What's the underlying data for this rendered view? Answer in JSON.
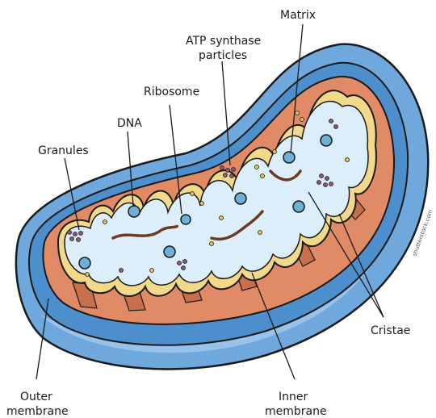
{
  "labels": {
    "matrix": "Matrix",
    "atp_line1": "ATP synthase",
    "atp_line2": "particles",
    "ribosome": "Ribosome",
    "dna": "DNA",
    "granules": "Granules",
    "cristae": "Cristae",
    "outer_line1": "Outer",
    "outer_line2": "membrane",
    "inner_line1": "Inner",
    "inner_line2": "membrane"
  },
  "watermark": "shutterstock.com",
  "colors": {
    "outer_membrane": "#6fa8dc",
    "outer_membrane_light": "#a9cdee",
    "intermembrane_space": "#e08a66",
    "inner_membrane": "#f2d98a",
    "matrix": "#dceef9",
    "ribosome": "#6fb0d8",
    "granule": "#8a5a78",
    "dna": "#6b3a1f",
    "atp": "#e8c34a"
  }
}
